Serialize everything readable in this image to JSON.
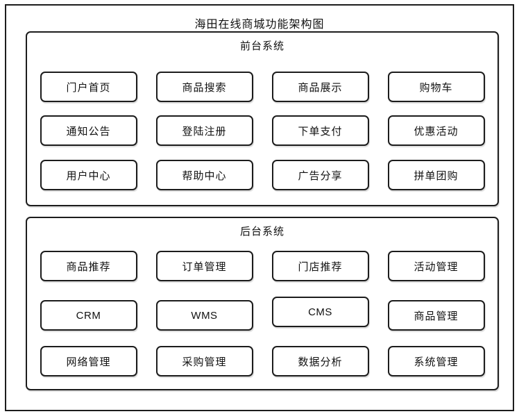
{
  "diagram": {
    "title": "海田在线商城功能架构图",
    "colors": {
      "border": "#1c1c1c",
      "background": "#ffffff",
      "text": "#111111"
    },
    "sections": [
      {
        "title": "前台系统",
        "rows": [
          [
            "门户首页",
            "商品搜索",
            "商品展示",
            "购物车"
          ],
          [
            "通知公告",
            "登陆注册",
            "下单支付",
            "优惠活动"
          ],
          [
            "用户中心",
            "帮助中心",
            "广告分享",
            "拼单团购"
          ]
        ]
      },
      {
        "title": "后台系统",
        "rows": [
          [
            "商品推荐",
            "订单管理",
            "门店推荐",
            "活动管理"
          ],
          [
            "CRM",
            "WMS",
            "CMS",
            "商品管理"
          ],
          [
            "网络管理",
            "采购管理",
            "数据分析",
            "系统管理"
          ]
        ]
      }
    ]
  }
}
